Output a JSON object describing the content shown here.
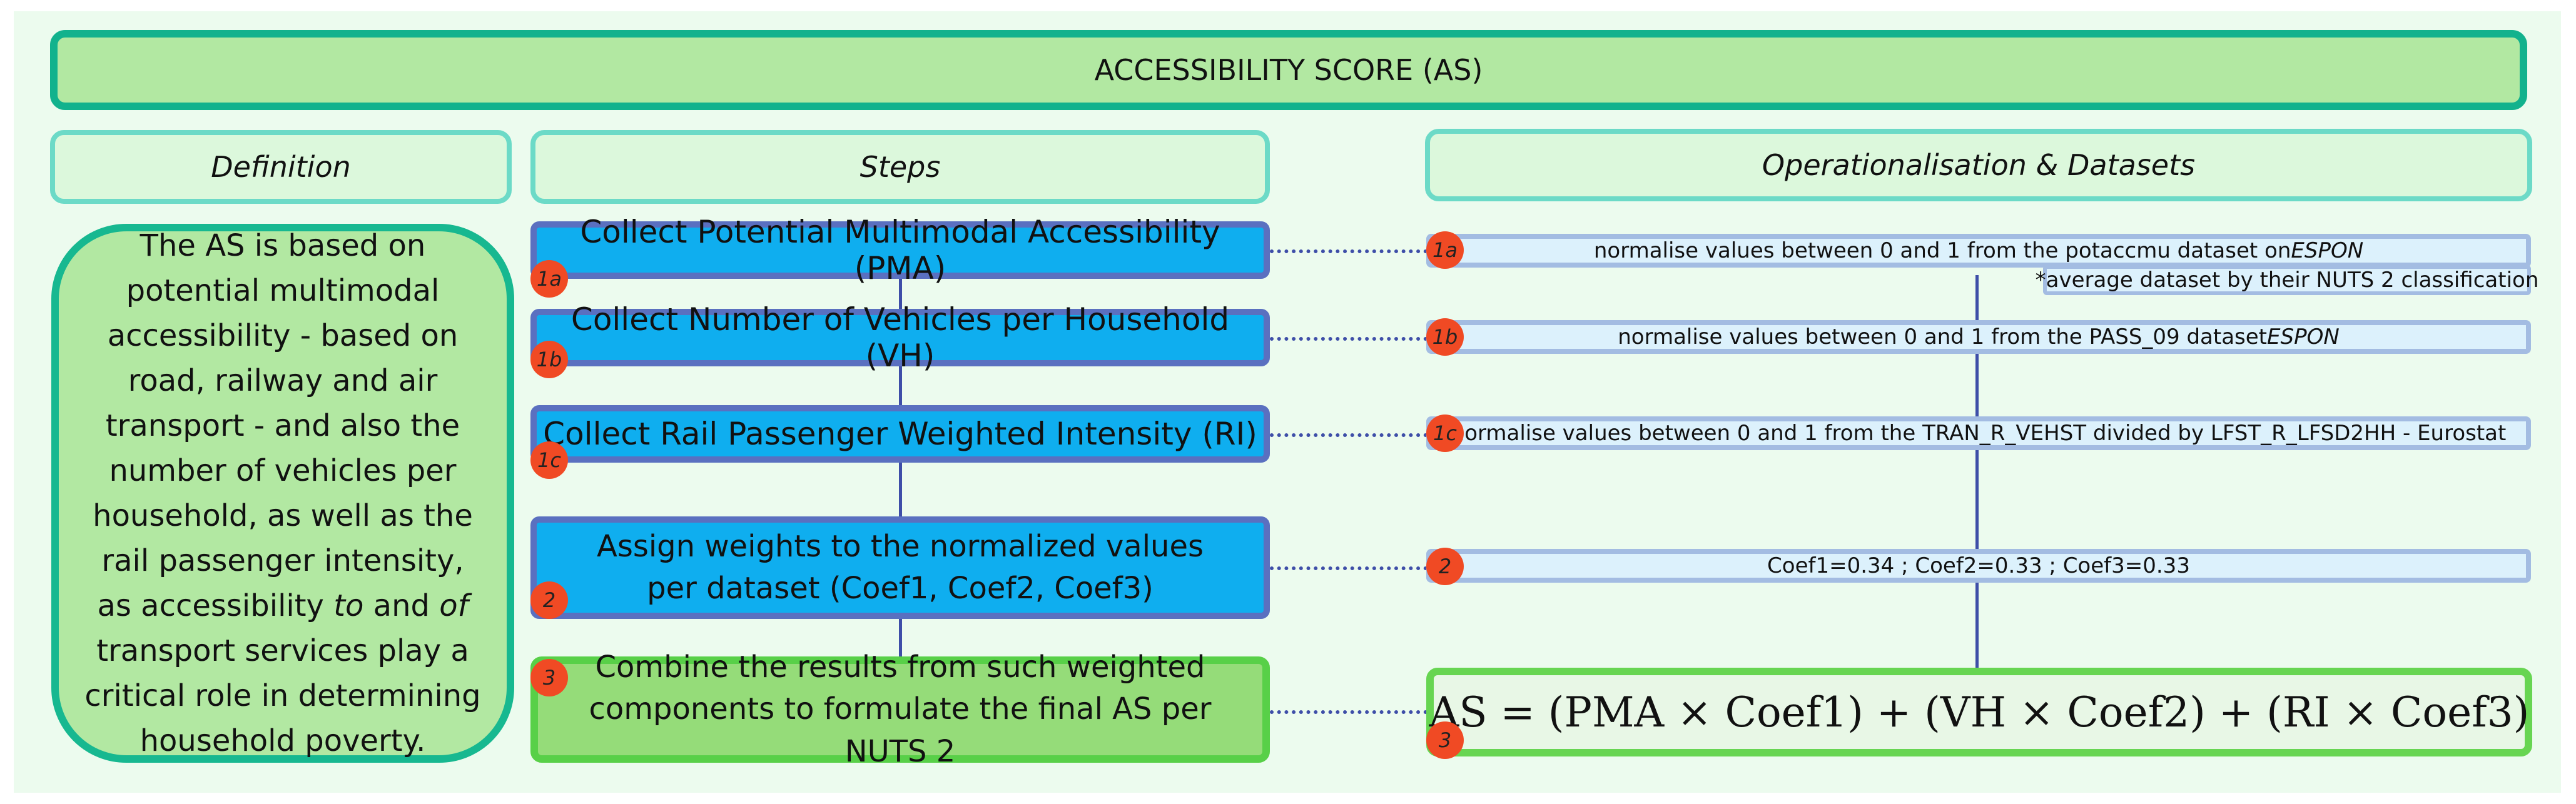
{
  "title": "ACCESSIBILITY SCORE (AS)",
  "headers": {
    "definition": "Definition",
    "steps": "Steps",
    "operationalisation": "Operationalisation & Datasets"
  },
  "definition": {
    "text_1": "The AS is based on potential multimodal accessibility - based on road, railway and air transport - and also the number of vehicles per household, as well as the rail passenger intensity, as accessibility ",
    "to": "to",
    "and": " and ",
    "of": "of",
    "text_2": " transport services play a critical role in determining household poverty."
  },
  "steps": [
    {
      "badge": "1a",
      "label": "Collect Potential Multimodal Accessibility (PMA)"
    },
    {
      "badge": "1b",
      "label": "Collect Number of Vehicles per Household (VH)"
    },
    {
      "badge": "1c",
      "label": "Collect Rail Passenger Weighted Intensity (RI)"
    },
    {
      "badge": "2",
      "label": "Assign weights to the normalized values per dataset (Coef1, Coef2, Coef3)"
    },
    {
      "badge": "3",
      "label": "Combine the results from such weighted components to formulate the final AS per NUTS 2"
    }
  ],
  "operationalisation": [
    {
      "badge": "1a",
      "text": "normalise values between 0 and 1 from the potaccmu dataset on ",
      "source": "ESPON"
    },
    {
      "badge": "1b",
      "text": "normalise values between 0 and 1 from the PASS_09 dataset ",
      "source": "ESPON"
    },
    {
      "badge": "1c",
      "text": "normalise values between 0 and 1 from the TRAN_R_VEHST divided by LFST_R_LFSD2HH - Eurostat",
      "source": ""
    },
    {
      "badge": "2",
      "text": "Coef1=0.34 ; Coef2=0.33 ; Coef3=0.33",
      "source": ""
    }
  ],
  "note_1a": "*average dataset by their NUTS 2 classification",
  "formula": {
    "badge": "3",
    "text": "AS = (PMA × Coef1) + (VH × Coef2) + (RI × Coef3)"
  },
  "colors": {
    "title_fill": "#b2e8a2",
    "title_border": "#12b28d",
    "step_fill": "#0faeef",
    "step_border": "#5a70c0",
    "final_fill": "#95dc79",
    "final_border": "#58d048",
    "op_fill": "#dcf1fc",
    "badge": "#f04a24",
    "connector": "#3e4ea8"
  }
}
